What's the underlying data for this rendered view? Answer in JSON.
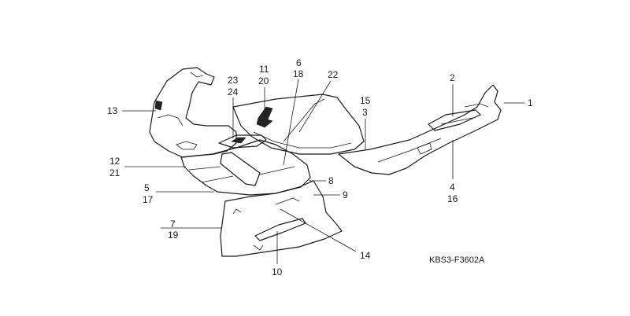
{
  "diagram_code": "KBS3-F3602A",
  "callouts": {
    "c1": "1",
    "c2": "2",
    "c3a": "15",
    "c3b": "3",
    "c4a": "4",
    "c4b": "16",
    "c5a": "5",
    "c5b": "17",
    "c6a": "6",
    "c6b": "18",
    "c7a": "7",
    "c7b": "19",
    "c8": "8",
    "c9": "9",
    "c10": "10",
    "c11a": "11",
    "c11b": "20",
    "c12a": "12",
    "c12b": "21",
    "c13": "13",
    "c14": "14",
    "c22": "22",
    "c23a": "23",
    "c23b": "24"
  }
}
